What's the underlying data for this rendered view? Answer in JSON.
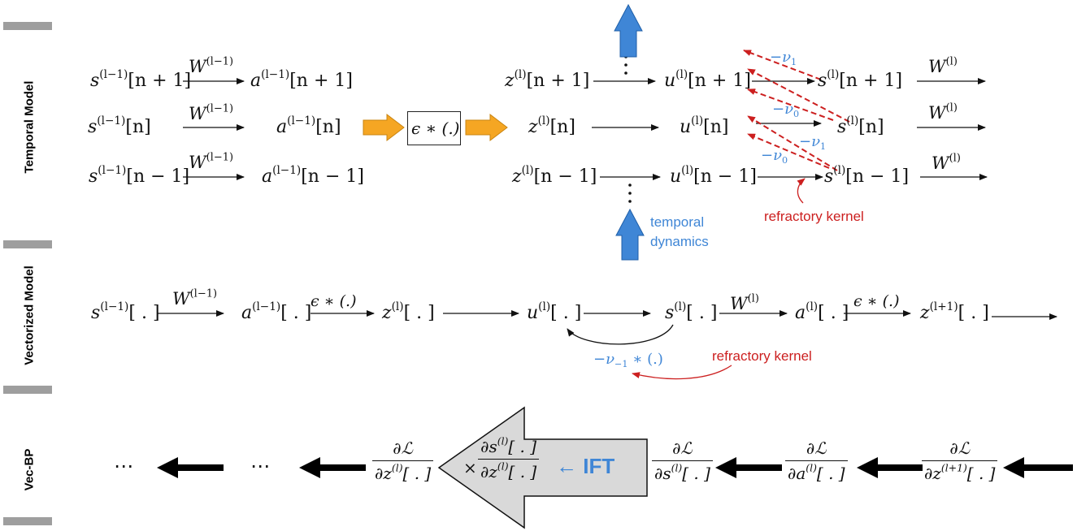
{
  "sections": {
    "temporal": "Temporal Model",
    "vectorized": "Vectorized Model",
    "vecbp": "Vec-BP"
  },
  "temporal": {
    "weight_prev": "W",
    "weight_prev_sup": "(l−1)",
    "weight_cur": "W",
    "weight_cur_sup": "(l)",
    "conv_box": "ϵ ∗ (.)",
    "refr_nu1": "−ν",
    "refr_nu1_sub": "1",
    "refr_nu0": "−ν",
    "refr_nu0_sub": "0",
    "temporal_dynamics_line1": "temporal",
    "temporal_dynamics_line2": "dynamics",
    "refractory_kernel": "refractory kernel",
    "rows": [
      {
        "s_prev": "s",
        "s_prev_sup": "(l−1)",
        "s_prev_idx": "[n + 1]",
        "a_prev": "a",
        "a_prev_sup": "(l−1)",
        "a_prev_idx": "[n + 1]",
        "z": "z",
        "z_sup": "(l)",
        "z_idx": "[n + 1]",
        "u": "u",
        "u_sup": "(l)",
        "u_idx": "[n + 1]",
        "s": "s",
        "s_sup": "(l)",
        "s_idx": "[n + 1]"
      },
      {
        "s_prev": "s",
        "s_prev_sup": "(l−1)",
        "s_prev_idx": "[n]",
        "a_prev": "a",
        "a_prev_sup": "(l−1)",
        "a_prev_idx": "[n]",
        "z": "z",
        "z_sup": "(l)",
        "z_idx": "[n]",
        "u": "u",
        "u_sup": "(l)",
        "u_idx": "[n]",
        "s": "s",
        "s_sup": "(l)",
        "s_idx": "[n]"
      },
      {
        "s_prev": "s",
        "s_prev_sup": "(l−1)",
        "s_prev_idx": "[n − 1]",
        "a_prev": "a",
        "a_prev_sup": "(l−1)",
        "a_prev_idx": "[n − 1]",
        "z": "z",
        "z_sup": "(l)",
        "z_idx": "[n − 1]",
        "u": "u",
        "u_sup": "(l)",
        "u_idx": "[n − 1]",
        "s": "s",
        "s_sup": "(l)",
        "s_idx": "[n − 1]"
      }
    ]
  },
  "vectorized": {
    "s_prev": "s",
    "s_prev_sup": "(l−1)",
    "s_prev_idx": "[ . ]",
    "w_prev": "W",
    "w_prev_sup": "(l−1)",
    "a_prev": "a",
    "a_prev_sup": "(l−1)",
    "a_prev_idx": "[ . ]",
    "conv": "ϵ ∗ (.)",
    "z": "z",
    "z_sup": "(l)",
    "z_idx": "[ . ]",
    "u": "u",
    "u_sup": "(l)",
    "u_idx": "[ . ]",
    "s": "s",
    "s_sup": "(l)",
    "s_idx": "[ . ]",
    "w": "W",
    "w_sup": "(l)",
    "a": "a",
    "a_sup": "(l)",
    "a_idx": "[ . ]",
    "conv2": "ϵ ∗ (.)",
    "z_next": "z",
    "z_next_sup": "(l+1)",
    "z_next_idx": "[ . ]",
    "refr": "−ν",
    "refr_sub": "−1",
    "refr_tail": " ∗ (.)",
    "refractory_kernel": "refractory kernel"
  },
  "vecbp": {
    "ellipsis": "⋯",
    "dL": "∂ℒ",
    "dz_den": "∂z",
    "dz_den_sup": "(l)",
    "dz_den_idx": "[ . ]",
    "ds_den": "∂s",
    "ds_den_sup": "(l)",
    "ds_den_idx": "[ . ]",
    "da_den": "∂a",
    "da_den_sup": "(l)",
    "da_den_idx": "[ . ]",
    "dznext_den": "∂z",
    "dznext_den_sup": "(l+1)",
    "dznext_den_idx": "[ . ]",
    "times": "×",
    "jac_num": "∂s",
    "jac_num_sup": "(l)",
    "jac_num_idx": "[ . ]",
    "jac_den": "∂z",
    "jac_den_sup": "(l)",
    "jac_den_idx": "[ . ]",
    "ift": "← IFT"
  },
  "colors": {
    "blue": "#3f86d6",
    "red": "#cc1f1f",
    "orange": "#f5a623",
    "gray": "#d9d9d9",
    "bar": "#9e9e9e"
  }
}
